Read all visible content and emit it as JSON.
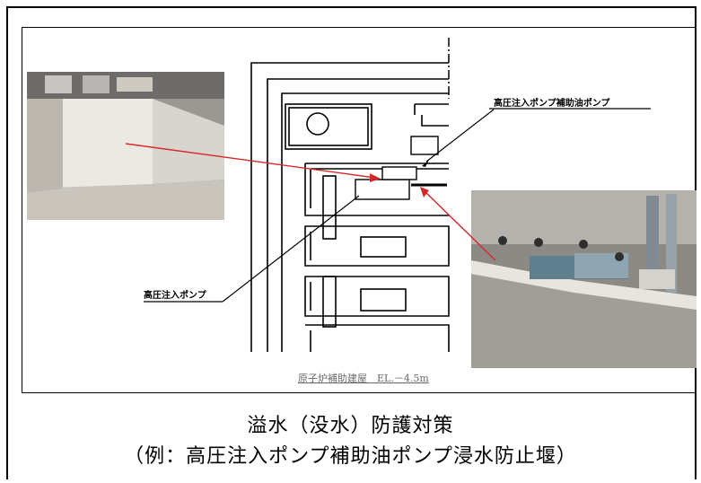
{
  "labels": {
    "aux_oil_pump": "高圧注入ポンプ補助油ポンプ",
    "hp_injection_pump": "高圧注入ポンプ",
    "elevation": "原子炉補助建屋　EL.－4.5m"
  },
  "caption": {
    "line1": "溢水（没水）防護対策",
    "line2": "（例：高圧注入ポンプ補助油ポンプ浸水防止堰）"
  },
  "colors": {
    "arrow_red": "#d62728",
    "line_black": "#000000"
  }
}
